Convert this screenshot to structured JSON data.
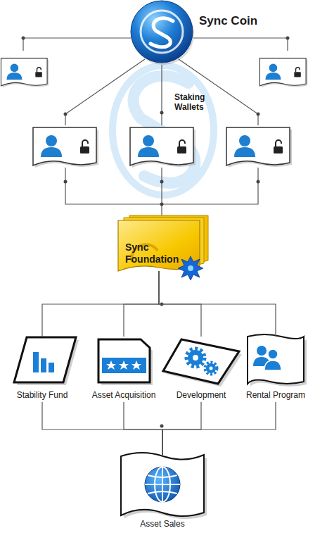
{
  "diagram": {
    "nodes": [
      {
        "text": [
          "Sync Coin"
        ]
      },
      {
        "text": [
          "Sync Foundation"
        ]
      },
      {
        "text": [
          "Stability Fund"
        ]
      },
      {
        "text": [
          "Asset Acquisition"
        ]
      },
      {
        "text": [
          "Development"
        ]
      },
      {
        "text": [
          "Rental Program"
        ]
      },
      {
        "text": [
          "Asset Sales"
        ]
      }
    ],
    "edges": [
      {
        "from": 1,
        "to": 2,
        "arrow": "none"
      },
      {
        "from": 1,
        "to": 3,
        "arrow": "none"
      },
      {
        "from": 1,
        "to": 4,
        "arrow": "none"
      },
      {
        "from": 1,
        "to": 5,
        "arrow": "none"
      },
      {
        "from": 2,
        "to": 6,
        "arrow": "none"
      },
      {
        "from": 3,
        "to": 6,
        "arrow": "none"
      },
      {
        "from": 4,
        "to": 6,
        "arrow": "none"
      },
      {
        "from": 5,
        "to": 6,
        "arrow": "none"
      }
    ],
    "labels": [
      "Staking Wallets"
    ]
  }
}
